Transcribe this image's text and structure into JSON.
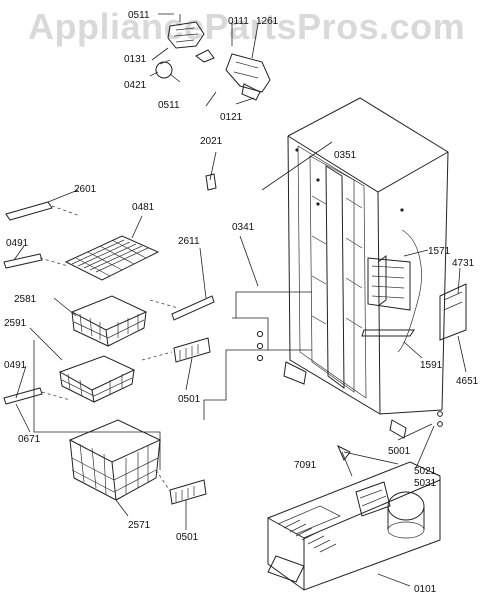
{
  "watermark": "AppliancePartsPros.com",
  "labels": {
    "l0511a": "0511",
    "l0111": "0111",
    "l1261": "1261",
    "l0131": "0131",
    "l0421": "0421",
    "l0511b": "0511",
    "l0121": "0121",
    "l2021": "2021",
    "l0351": "0351",
    "l2601": "2601",
    "l0481": "0481",
    "l0341": "0341",
    "l2611": "2611",
    "l0491a": "0491",
    "l2581": "2581",
    "l2591": "2591",
    "l0491b": "0491",
    "l0671": "0671",
    "l0501a": "0501",
    "l0501b": "0501",
    "l2571": "2571",
    "l1571": "1571",
    "l4731": "4731",
    "l1591": "1591",
    "l4651": "4651",
    "l5001": "5001",
    "l5021": "5021",
    "l5031": "5031",
    "l7091": "7091",
    "l0101": "0101"
  }
}
